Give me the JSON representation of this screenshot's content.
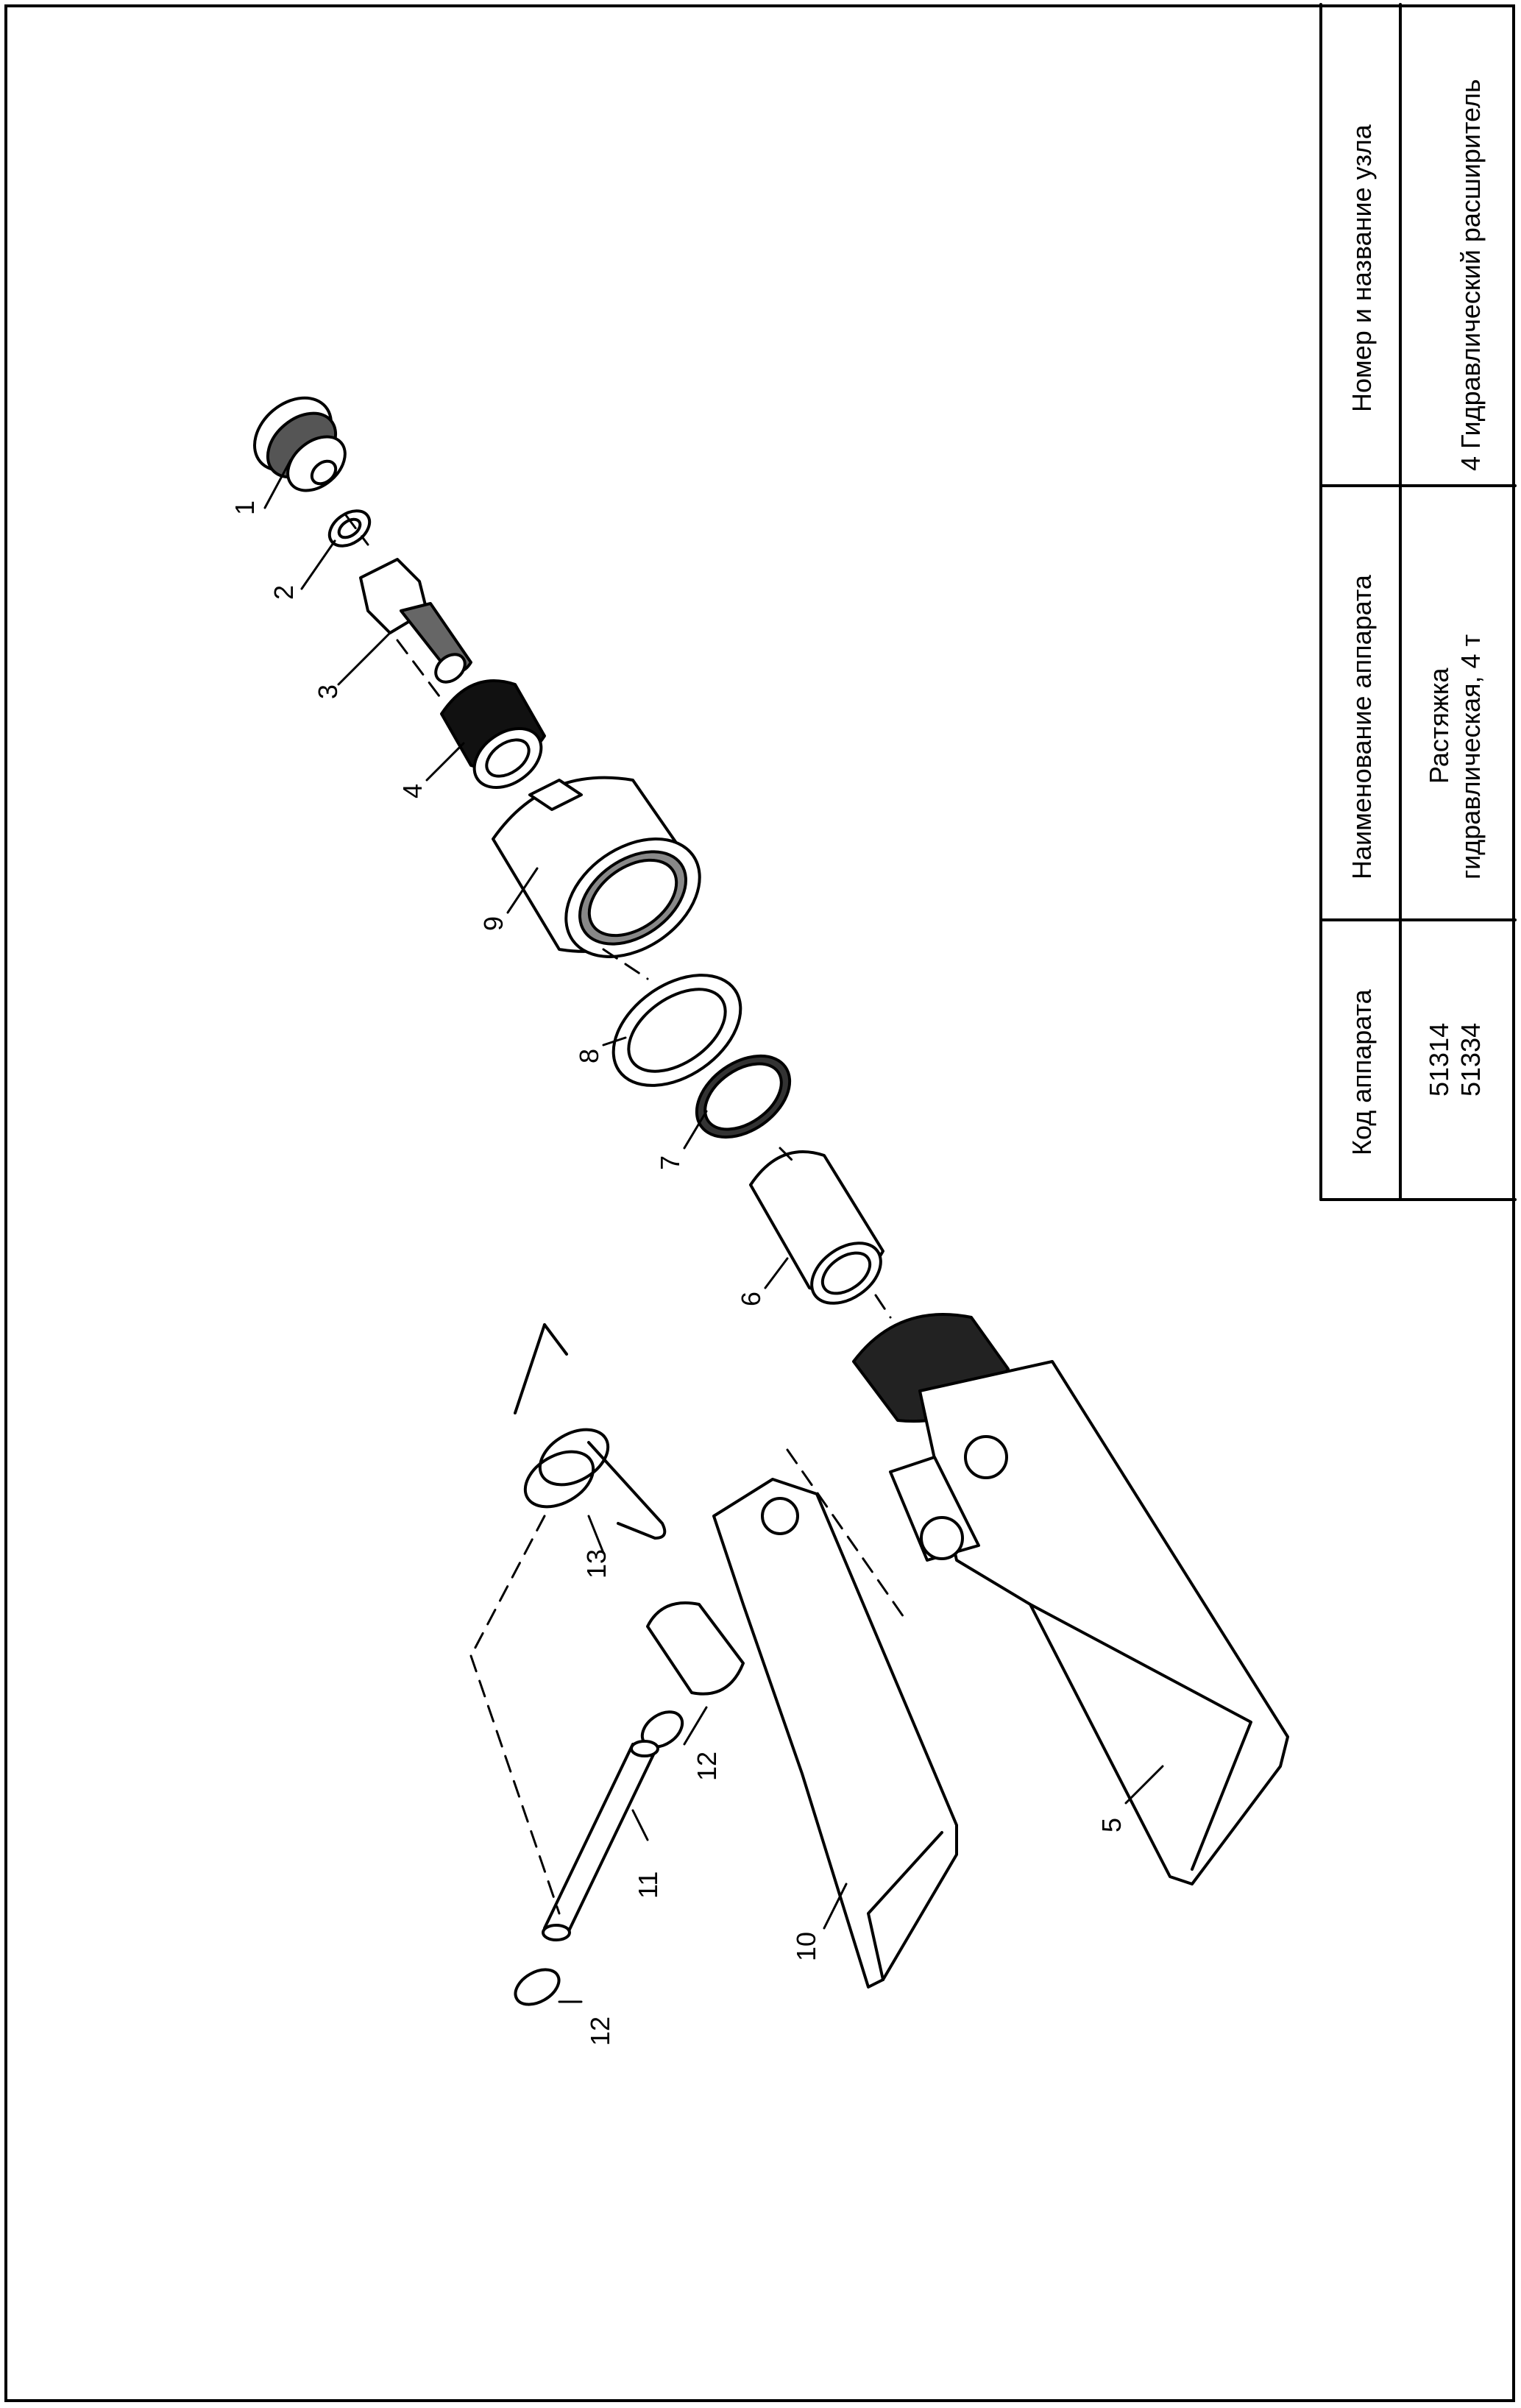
{
  "title_block": {
    "col1_header": "Код аппарата",
    "col1_values": [
      "51314",
      "51334"
    ],
    "col2_header": "Наименование аппарата",
    "col2_values": [
      "Растяжка",
      "гидравлическая, 4 т"
    ],
    "col3_header": "Номер и название узла",
    "col3_values": [
      "4 Гидравлический расширитель"
    ]
  },
  "parts": {
    "p1": "1",
    "p2": "2",
    "p3": "3",
    "p4": "4",
    "p5": "5",
    "p6": "6",
    "p7": "7",
    "p8": "8",
    "p9": "9",
    "p10": "10",
    "p11": "11",
    "p12a": "12",
    "p12b": "12",
    "p13": "13"
  },
  "colors": {
    "ink": "#000000",
    "paper": "#ffffff",
    "thread": "#2a2a2a"
  }
}
